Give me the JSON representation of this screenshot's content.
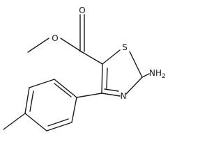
{
  "molecule": {
    "atoms": {
      "carbonyl_oxygen": "O",
      "ester_oxygen": "O",
      "thiazole_sulfur": "S",
      "thiazole_nitrogen": "N",
      "amine_group": "NH",
      "amine_subscript": "2"
    },
    "colors": {
      "bond": "#1a1a1a",
      "background": "#ffffff"
    }
  }
}
